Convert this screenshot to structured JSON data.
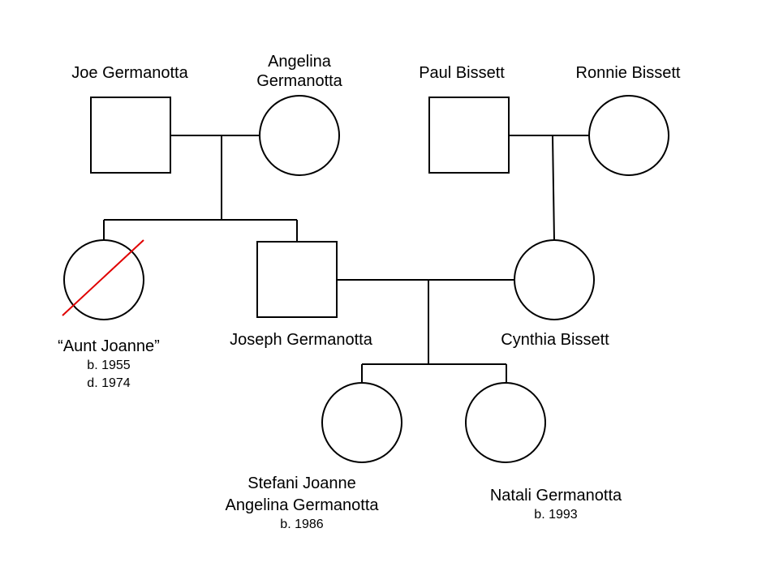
{
  "people": {
    "joe": {
      "name": "Joe Germanotta"
    },
    "angelina": {
      "name_line1": "Angelina",
      "name_line2": "Germanotta"
    },
    "paul": {
      "name": "Paul Bissett"
    },
    "ronnie": {
      "name": "Ronnie Bissett"
    },
    "joanne": {
      "name": "“Aunt Joanne”",
      "born": "b. 1955",
      "died": "d. 1974"
    },
    "joseph": {
      "name": "Joseph Germanotta"
    },
    "cynthia": {
      "name": "Cynthia Bissett"
    },
    "stefani": {
      "name_line1": "Stefani Joanne",
      "name_line2": "Angelina Germanotta",
      "born": "b. 1986"
    },
    "natali": {
      "name": "Natali Germanotta",
      "born": "b. 1993"
    }
  },
  "colors": {
    "line": "#000000",
    "deceased_mark": "#e00000",
    "background": "#ffffff"
  },
  "symbols": {
    "male": "square",
    "female": "circle",
    "deceased": "diagonal-slash"
  }
}
